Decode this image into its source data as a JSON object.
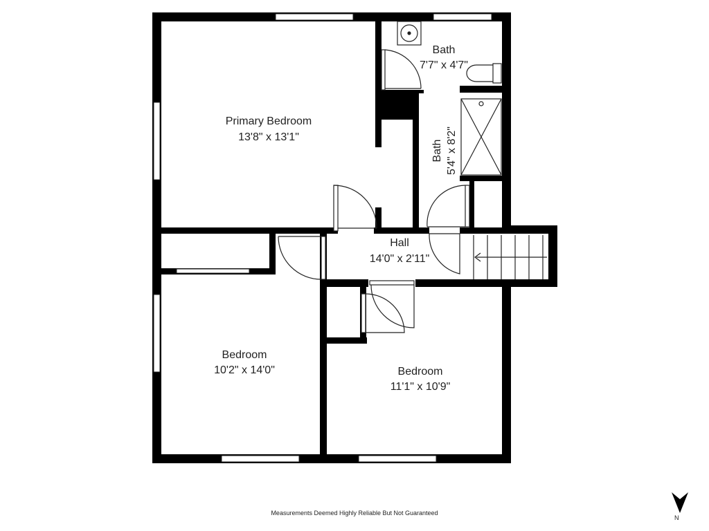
{
  "rooms": {
    "primary_bedroom": {
      "name": "Primary Bedroom",
      "size": "13'8\" x 13'1\""
    },
    "bath_top": {
      "name": "Bath",
      "size": "7'7\" x 4'7\""
    },
    "bath_side": {
      "name": "Bath",
      "size": "5'4\" x 8'2\""
    },
    "hall": {
      "name": "Hall",
      "size": "14'0\" x 2'11\""
    },
    "bedroom_left": {
      "name": "Bedroom",
      "size": "10'2\" x 14'0\""
    },
    "bedroom_right": {
      "name": "Bedroom",
      "size": "11'1\" x 10'9\""
    }
  },
  "footer": {
    "disclaimer": "Measurements Deemed Highly Reliable But Not Guaranteed"
  },
  "compass": {
    "label": "N",
    "icon": "north-arrow-icon"
  },
  "colors": {
    "wall": "#000000",
    "window": "#ffffff",
    "line": "#222222"
  }
}
